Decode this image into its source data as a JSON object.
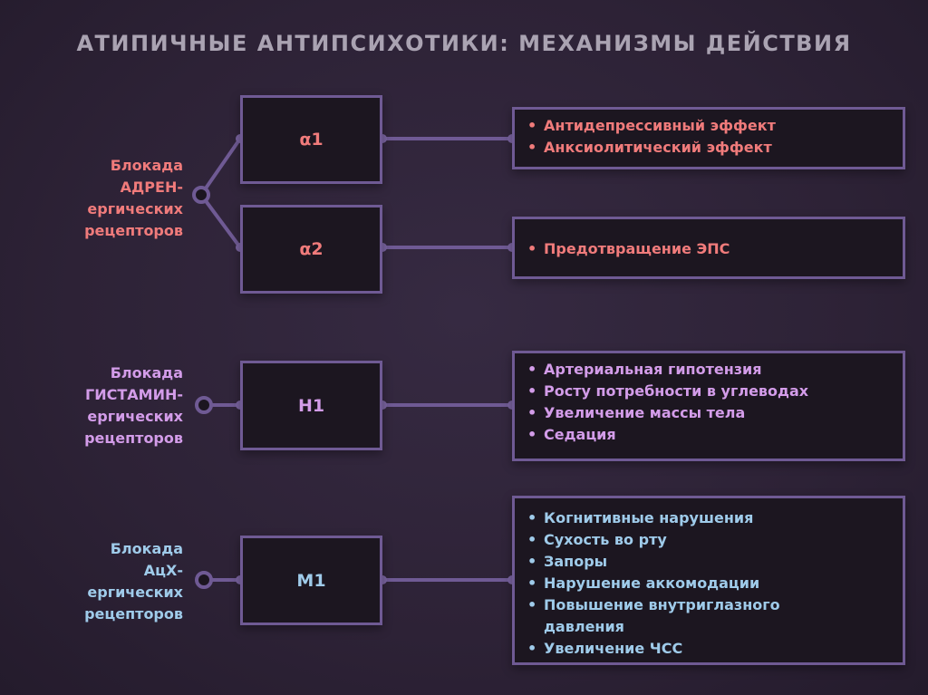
{
  "title": "АТИПИЧНЫЕ АНТИПСИХОТИКИ: МЕХАНИЗМЫ ДЕЙСТВИЯ",
  "colors": {
    "adrenergic": "#f07b7b",
    "histaminergic": "#d39ce9",
    "cholinergic": "#9fcbea",
    "border": "#6f5a94"
  },
  "groups": [
    {
      "label": [
        "Блокада",
        "АДРЕН-",
        "ергических",
        "рецепторов"
      ],
      "receptors": [
        {
          "name": "α1",
          "effects": [
            "Антидепрессивный эффект",
            "Анксиолитический эффект"
          ]
        },
        {
          "name": "α2",
          "effects": [
            "Предотвращение ЭПС"
          ]
        }
      ]
    },
    {
      "label": [
        "Блокада",
        "ГИСТАМИН-",
        "ергических",
        "рецепторов"
      ],
      "receptors": [
        {
          "name": "H1",
          "effects": [
            "Артериальная гипотензия",
            "Росту потребности в углеводах",
            "Увеличение массы тела",
            "Седация"
          ]
        }
      ]
    },
    {
      "label": [
        "Блокада",
        "АцХ-",
        "ергических",
        "рецепторов"
      ],
      "receptors": [
        {
          "name": "M1",
          "effects": [
            "Когнитивные нарушения",
            "Сухость во рту",
            "Запоры",
            "Нарушение аккомодации",
            "Повышение внутриглазного давления",
            "Увеличение ЧСС"
          ]
        }
      ]
    }
  ]
}
